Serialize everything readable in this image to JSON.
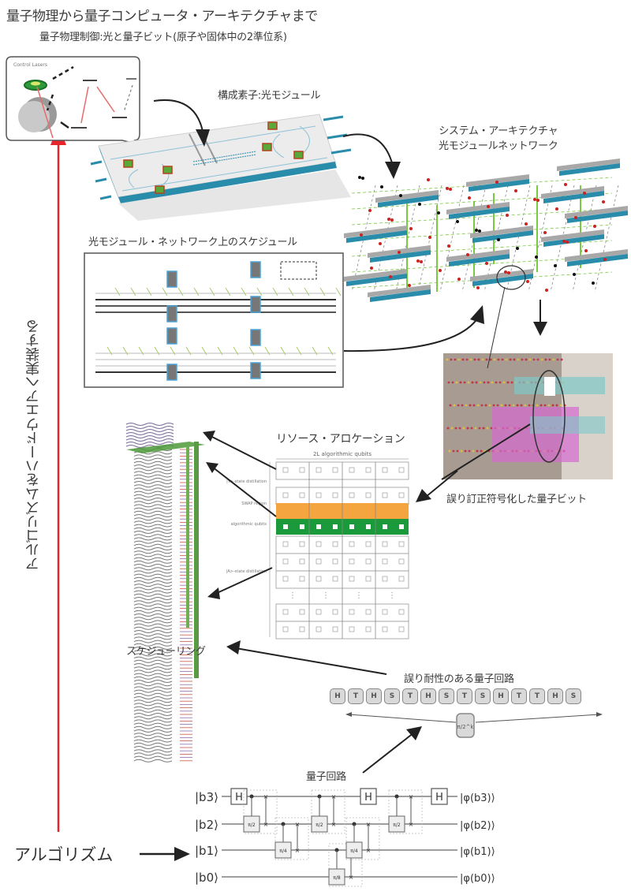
{
  "title": "量子物理から量子コンピュータ・アーキテクチャまで",
  "subtitle": "量子物理制御:光と量子ビット(原子や固体中の2準位系)",
  "vertical_label": "アルゴリズムをハードウエアへ実装する",
  "algorithm_label": "アルゴリズム",
  "colors": {
    "red_arrow": "#e8242b",
    "module_teal": "#2a8cab",
    "module_gray": "#a8a8a8",
    "network_green": "#7ac943",
    "node_red": "#cc2222",
    "swap_orange": "#f5a540",
    "algo_green": "#1a9a3a",
    "gate_fill": "#d9d9d9"
  },
  "physics_panel": {
    "inset_label": "Control Lasers"
  },
  "optical_module": {
    "label": "構成素子:光モジュール"
  },
  "system_architecture": {
    "label_line1": "システム・アーキテクチャ",
    "label_line2": "光モジュールネットワーク"
  },
  "schedule_panel": {
    "label": "光モジュール・ネットワーク上のスケジュール"
  },
  "encoded_qubits": {
    "label": "誤り訂正符号化した量子ビット"
  },
  "resource_allocation": {
    "label": "リソース・アロケーション",
    "top_axis_label": "2L algorithmic qubits",
    "side_labels": [
      "|Y>-state distillation",
      "SWAP region",
      "algorithmic qubits",
      "|A>-state distillation"
    ]
  },
  "scheduling": {
    "label": "スケジューリング"
  },
  "fault_tolerant_circuit": {
    "label": "誤り耐性のある量子回路",
    "gates": [
      "H",
      "T",
      "H",
      "S",
      "T",
      "H",
      "S",
      "T",
      "S",
      "H",
      "T",
      "T",
      "H",
      "S"
    ],
    "decomposed_gate": "π/2^k"
  },
  "quantum_circuit": {
    "label": "量子回路",
    "inputs": [
      "|b3⟩",
      "|b2⟩",
      "|b1⟩",
      "|b0⟩"
    ],
    "outputs": [
      "|φ(b3)⟩",
      "|φ(b2)⟩",
      "|φ(b1)⟩",
      "|φ(b0)⟩"
    ],
    "hadamard": "H",
    "phase_labels": [
      "π/2",
      "π/4",
      "π/8"
    ]
  }
}
